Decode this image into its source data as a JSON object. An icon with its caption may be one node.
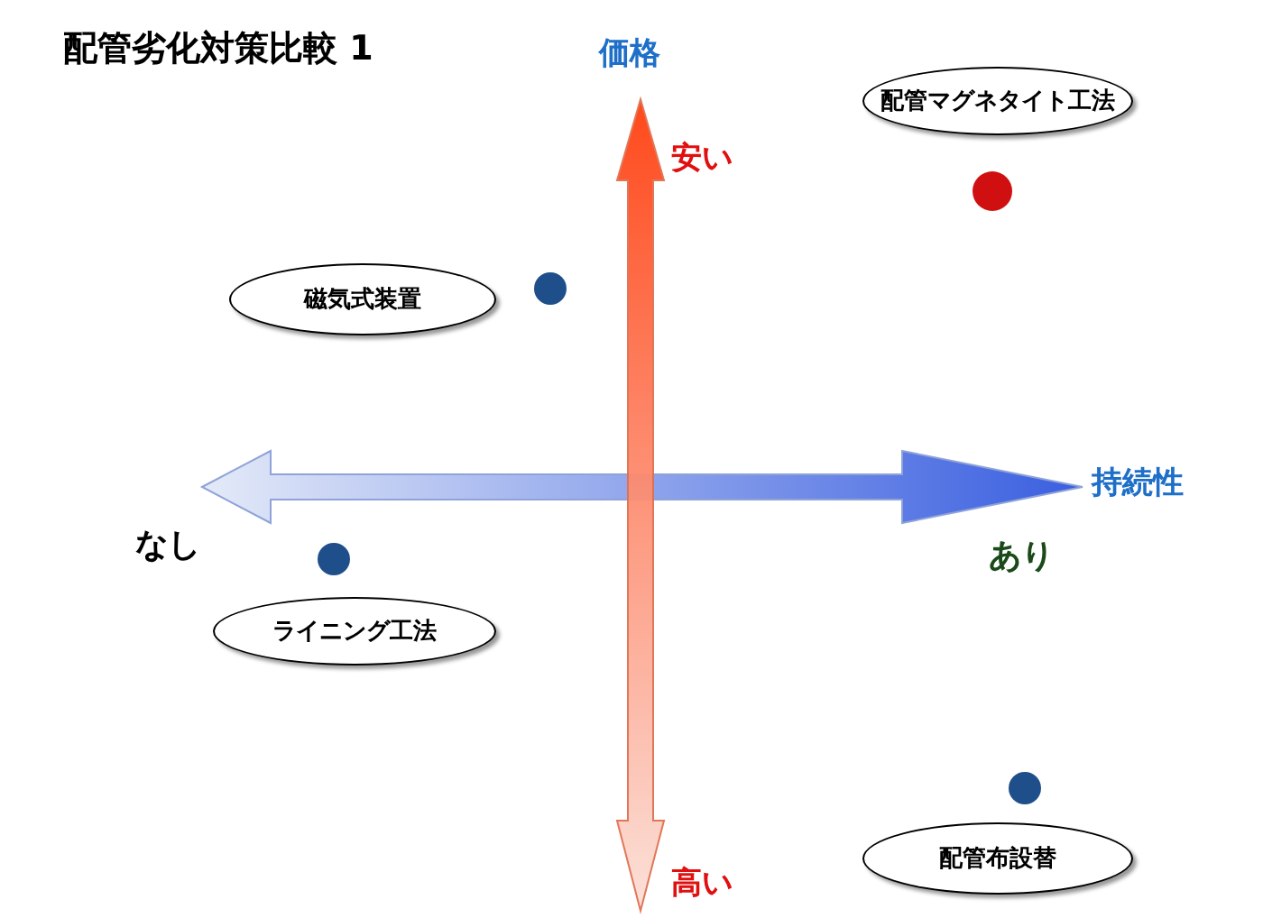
{
  "diagram": {
    "title": "配管劣化対策比較 1",
    "nodes": [
      {
        "text": [
          "配管マグネタイト工法"
        ]
      },
      {
        "text": [],
        "shape": "circle"
      },
      {
        "text": [],
        "shape": "circle"
      },
      {
        "text": [
          "磁気式装置"
        ]
      },
      {
        "text": [],
        "shape": "circle"
      },
      {
        "text": [
          "ライニング工法"
        ]
      },
      {
        "text": [],
        "shape": "circle"
      },
      {
        "text": [
          "配管布設替"
        ]
      }
    ],
    "edges": [],
    "labels": [
      "価格",
      "安い",
      "持続性",
      "なし",
      "あり",
      "高い"
    ]
  }
}
